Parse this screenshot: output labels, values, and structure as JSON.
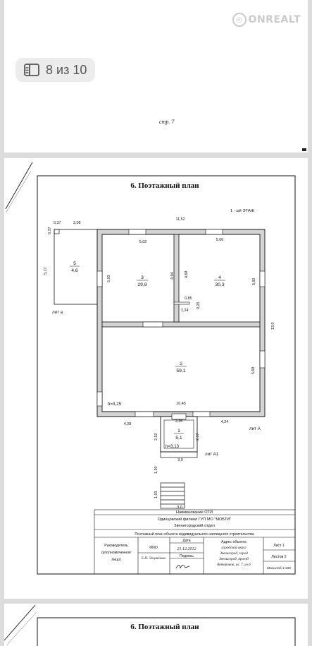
{
  "watermark": {
    "glyph": "◎",
    "text": "ONREALT"
  },
  "gallery": {
    "counter": "8 из 10",
    "icon": "gallery-icon"
  },
  "prev_page": {
    "page_number": "стр. 7"
  },
  "plan": {
    "title": "6. Поэтажный план",
    "floor": "1 - ый  ЭТАЖ",
    "dims": {
      "d037": "0,37",
      "d308": "3,08",
      "d1152": "11,52",
      "d037v": "0,37",
      "d517": "5,17",
      "d502": "5,02",
      "d506": "5,06",
      "d593": "5,93",
      "d494": "4,94",
      "d468": "4,68",
      "d592": "5,92",
      "d085": "0,85",
      "d124": "1,24",
      "d025": "0,25",
      "d130v": "13,0",
      "d568": "5,68",
      "d1045": "10,45",
      "d428": "4,28",
      "d235": "2,35",
      "d424": "4,24",
      "d252": "2,52",
      "d217": "2,17",
      "d30a": "3,0",
      "d130": "1,30",
      "d193": "1,93",
      "d30b": "3,0"
    },
    "rooms": [
      {
        "num": "5",
        "area": "4,6"
      },
      {
        "num": "3",
        "area": "29,8"
      },
      {
        "num": "4",
        "area": "30,3"
      },
      {
        "num": "2",
        "area": "59,1"
      },
      {
        "num": "1",
        "area": "5,1"
      }
    ],
    "labels": {
      "lit_a": "лит а",
      "lit_A": "лит А",
      "lit_A1": "лит А1",
      "h1": "h=3,25",
      "h2": "h=3,13"
    }
  },
  "stamp": {
    "header": "Наименование ОТИ",
    "org1": "Одинцовский филиал  ГУП МО \"МОБТИ\"",
    "org2": "Звенигородский отдел",
    "doc": "Поэтажный план объекта индивидуального жилищного строительства",
    "date_label": "Дата",
    "date": "21.12.2012",
    "sign_label": "Подпись",
    "role1": "Руководитель",
    "role2": "(уполномоченное",
    "role3": "лицо)",
    "fio_label": "ФИО",
    "fio": "Е.Н. Лоцманова",
    "addr1": "Адрес объекта",
    "addr2": "городской округ",
    "addr3": "Звенигород, город",
    "addr4": "Звенигород, проезд",
    "addr5": "Ветеранов, вл. 7, уч.6",
    "sheet": "Лист 1",
    "sheets": "Листов 2",
    "scale": "Масштаб 1:100"
  },
  "next_page": {
    "title": "6. Поэтажный план"
  }
}
